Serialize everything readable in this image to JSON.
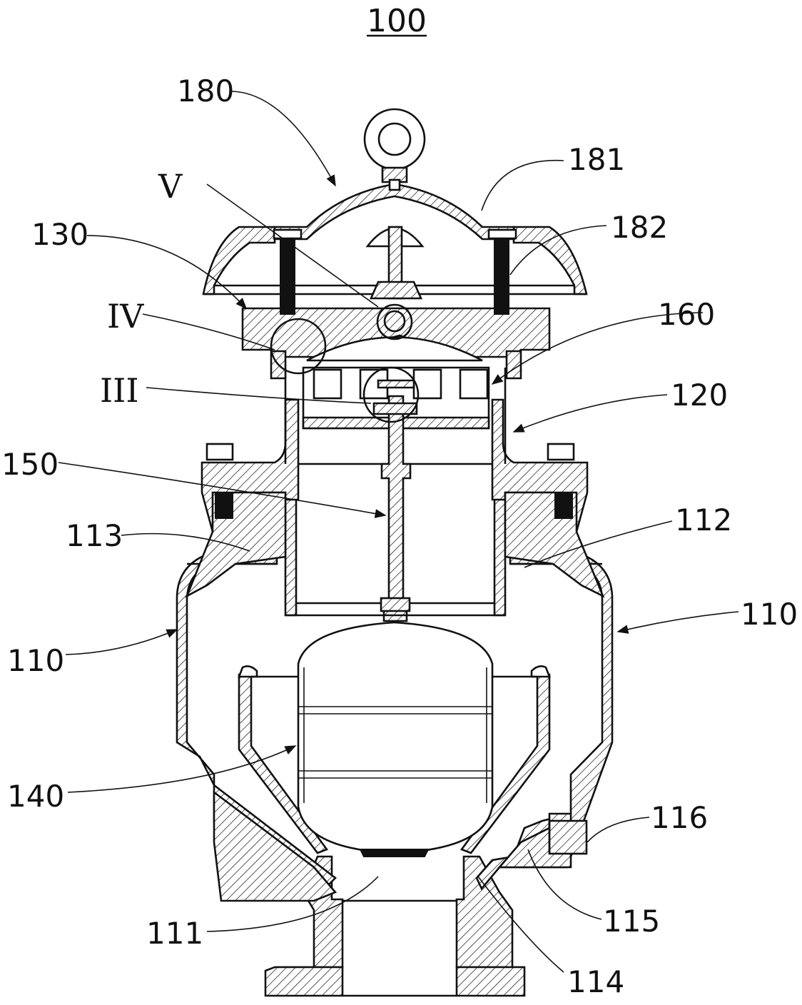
{
  "figure": {
    "title": "100",
    "labels": {
      "l180": "180",
      "l181": "181",
      "l182": "182",
      "lV": "V",
      "l130": "130",
      "lIV": "IV",
      "l160": "160",
      "lIII": "III",
      "l120": "120",
      "l150": "150",
      "l113": "113",
      "l112": "112",
      "l110_left": "110",
      "l110_right": "110",
      "l140": "140",
      "l116": "116",
      "l115": "115",
      "l111": "111",
      "l114": "114"
    }
  }
}
